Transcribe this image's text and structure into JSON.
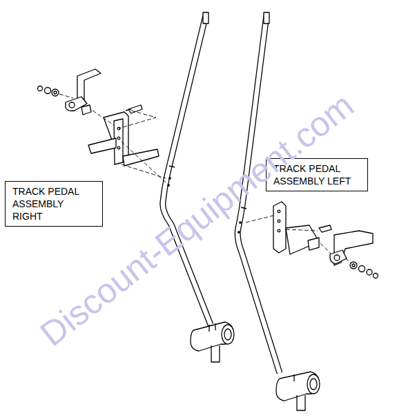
{
  "diagram": {
    "nodes": [
      {
        "text": [
          "TRACK PEDAL ASSEMBLY RIGHT"
        ]
      },
      {
        "text": [
          "TRACK PEDAL ASSEMBLY LEFT"
        ]
      }
    ],
    "edges": [],
    "labels": [
      "Discount-Equipment.com"
    ]
  }
}
